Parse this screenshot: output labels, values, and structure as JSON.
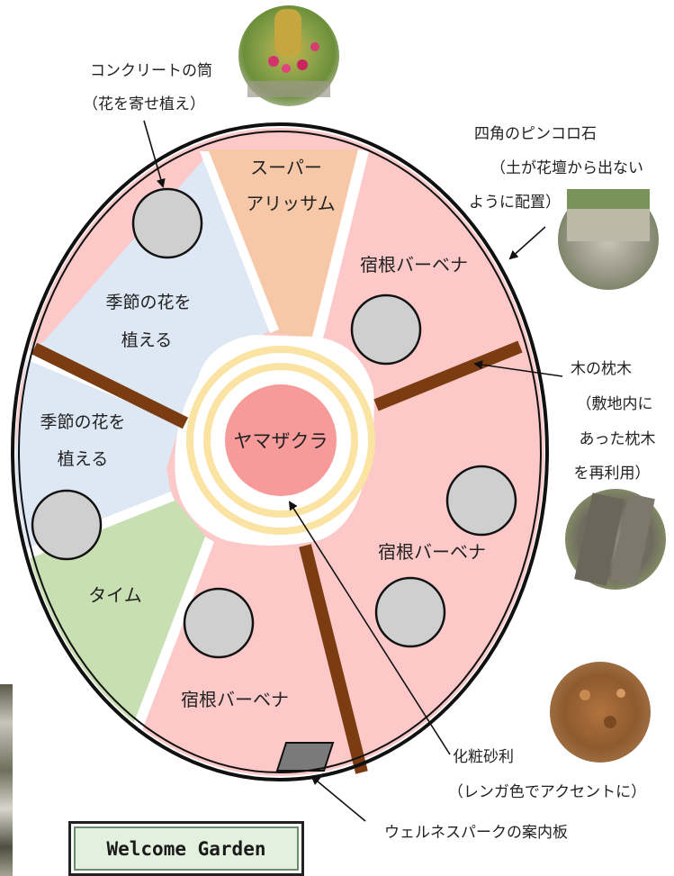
{
  "center": {
    "label": "ヤマザクラ"
  },
  "zones": {
    "super_alyssum": [
      "スーパー",
      "アリッサム"
    ],
    "verbena_top": "宿根バーベナ",
    "seasonal_1": [
      "季節の花を",
      "植える"
    ],
    "seasonal_2": [
      "季節の花を",
      "植える"
    ],
    "thyme": "タイム",
    "verbena_right": "宿根バーベナ",
    "verbena_bottom": "宿根バーベナ"
  },
  "annotations": {
    "concrete": [
      "コンクリートの筒",
      "（花を寄せ植え）"
    ],
    "stones": [
      "四角のピンコロ石",
      "（土が花壇から出ない",
      "ように配置）"
    ],
    "sleepers": [
      "木の枕木",
      "（敷地内に",
      "あった枕木",
      "を再利用）"
    ],
    "gravel": [
      "化粧砂利",
      "（レンガ色でアクセントに）"
    ],
    "signboard": "ウェルネスパークの案内板"
  },
  "sign": {
    "text": "Welcome Garden"
  },
  "colors": {
    "pink": "#fcc8c8",
    "blue": "#dde8f4",
    "peach": "#f7c8a8",
    "green": "#c8dfb2",
    "tree": "#f79a9a",
    "ring": "#fbe3a3",
    "sleeper": "#7a3c10",
    "pot": "#cfcfcf",
    "outline": "#111111"
  }
}
